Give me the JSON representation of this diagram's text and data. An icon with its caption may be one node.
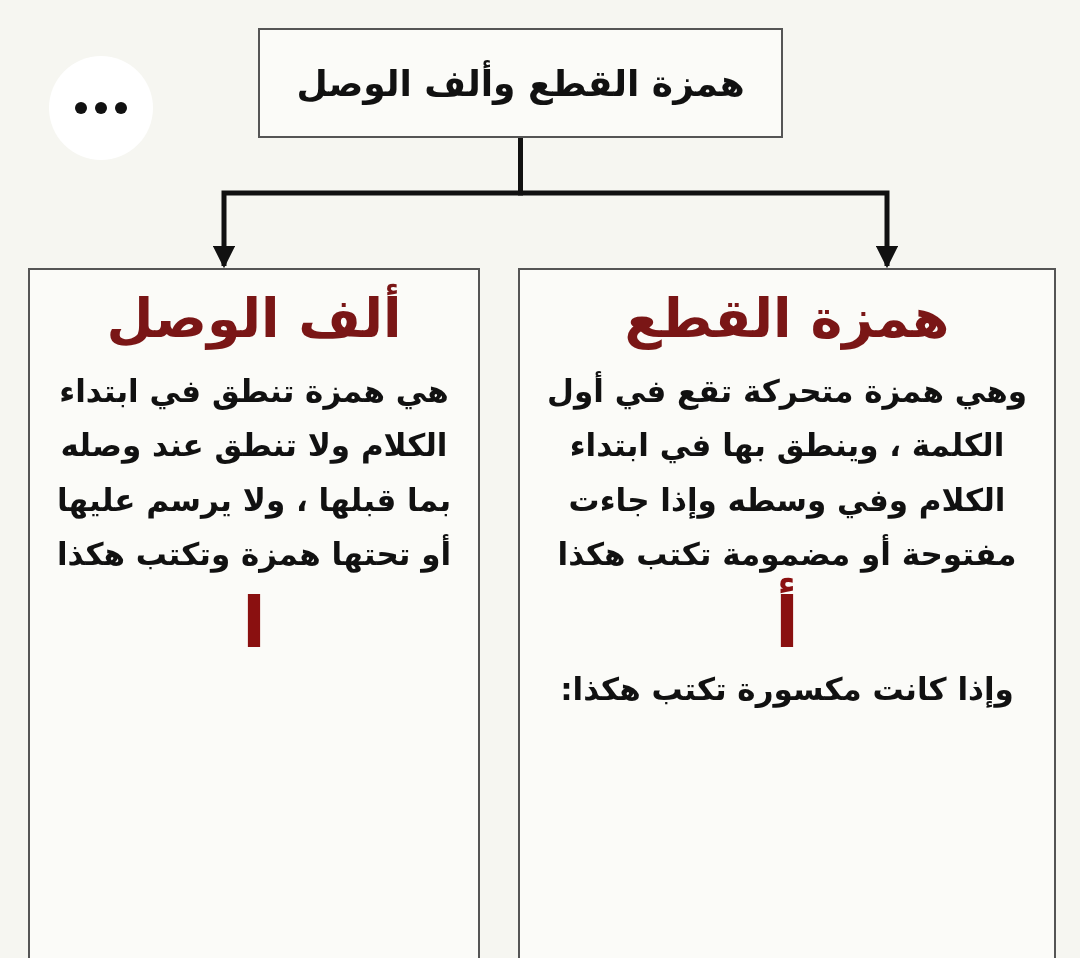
{
  "diagram": {
    "nodes": [
      {
        "text": [
          "همزة القطع وألف الوصل"
        ]
      },
      {
        "text": [
          "همزة القطع",
          "وهي همزة متحركة تقع في أول الكلمة ، وينطق بها في ابتداء الكلام وفي وسطه وإذا جاءت مفتوحة أو مضمومة تكتب هكذا",
          "أ",
          "وإذا كانت مكسورة تكتب هكذا:"
        ]
      },
      {
        "text": [
          "ألف الوصل",
          "هي همزة تنطق في ابتداء الكلام ولا تنطق عند وصله بما قبلها ، ولا يرسم عليها أو تحتها همزة وتكتب هكذا",
          "ا"
        ]
      }
    ],
    "edges": [
      {
        "from": 0,
        "to": 1,
        "arrow": "to"
      },
      {
        "from": 0,
        "to": 2,
        "arrow": "to"
      }
    ]
  }
}
